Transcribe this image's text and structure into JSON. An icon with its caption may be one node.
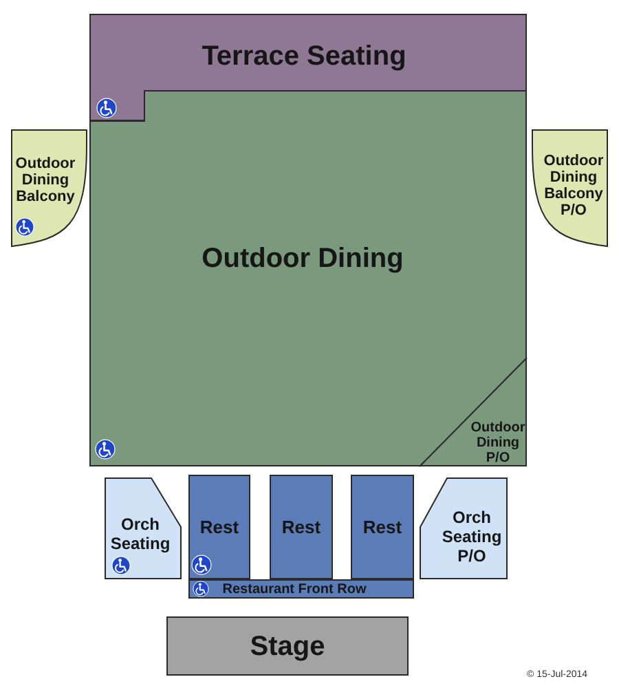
{
  "diagram": {
    "nodes": [
      {
        "text": [
          "Terrace Seating"
        ]
      },
      {
        "text": [
          "Outdoor Dining Balcony"
        ]
      },
      {
        "text": [
          "Outdoor Dining Balcony P/O"
        ]
      },
      {
        "text": [
          "Outdoor Dining"
        ]
      },
      {
        "text": [
          "Outdoor Dining P/O"
        ],
        "in": 3
      },
      {
        "text": [
          "Orch Seating"
        ]
      },
      {
        "text": [
          "Rest"
        ]
      },
      {
        "text": [
          "Rest"
        ]
      },
      {
        "text": [
          "Rest"
        ]
      },
      {
        "text": [
          "Orch Seating P/O"
        ]
      },
      {
        "text": [
          "Restaurant Front Row"
        ]
      },
      {
        "text": [
          "Stage"
        ]
      }
    ],
    "labels": [
      "© 15-Jul-2014"
    ]
  }
}
